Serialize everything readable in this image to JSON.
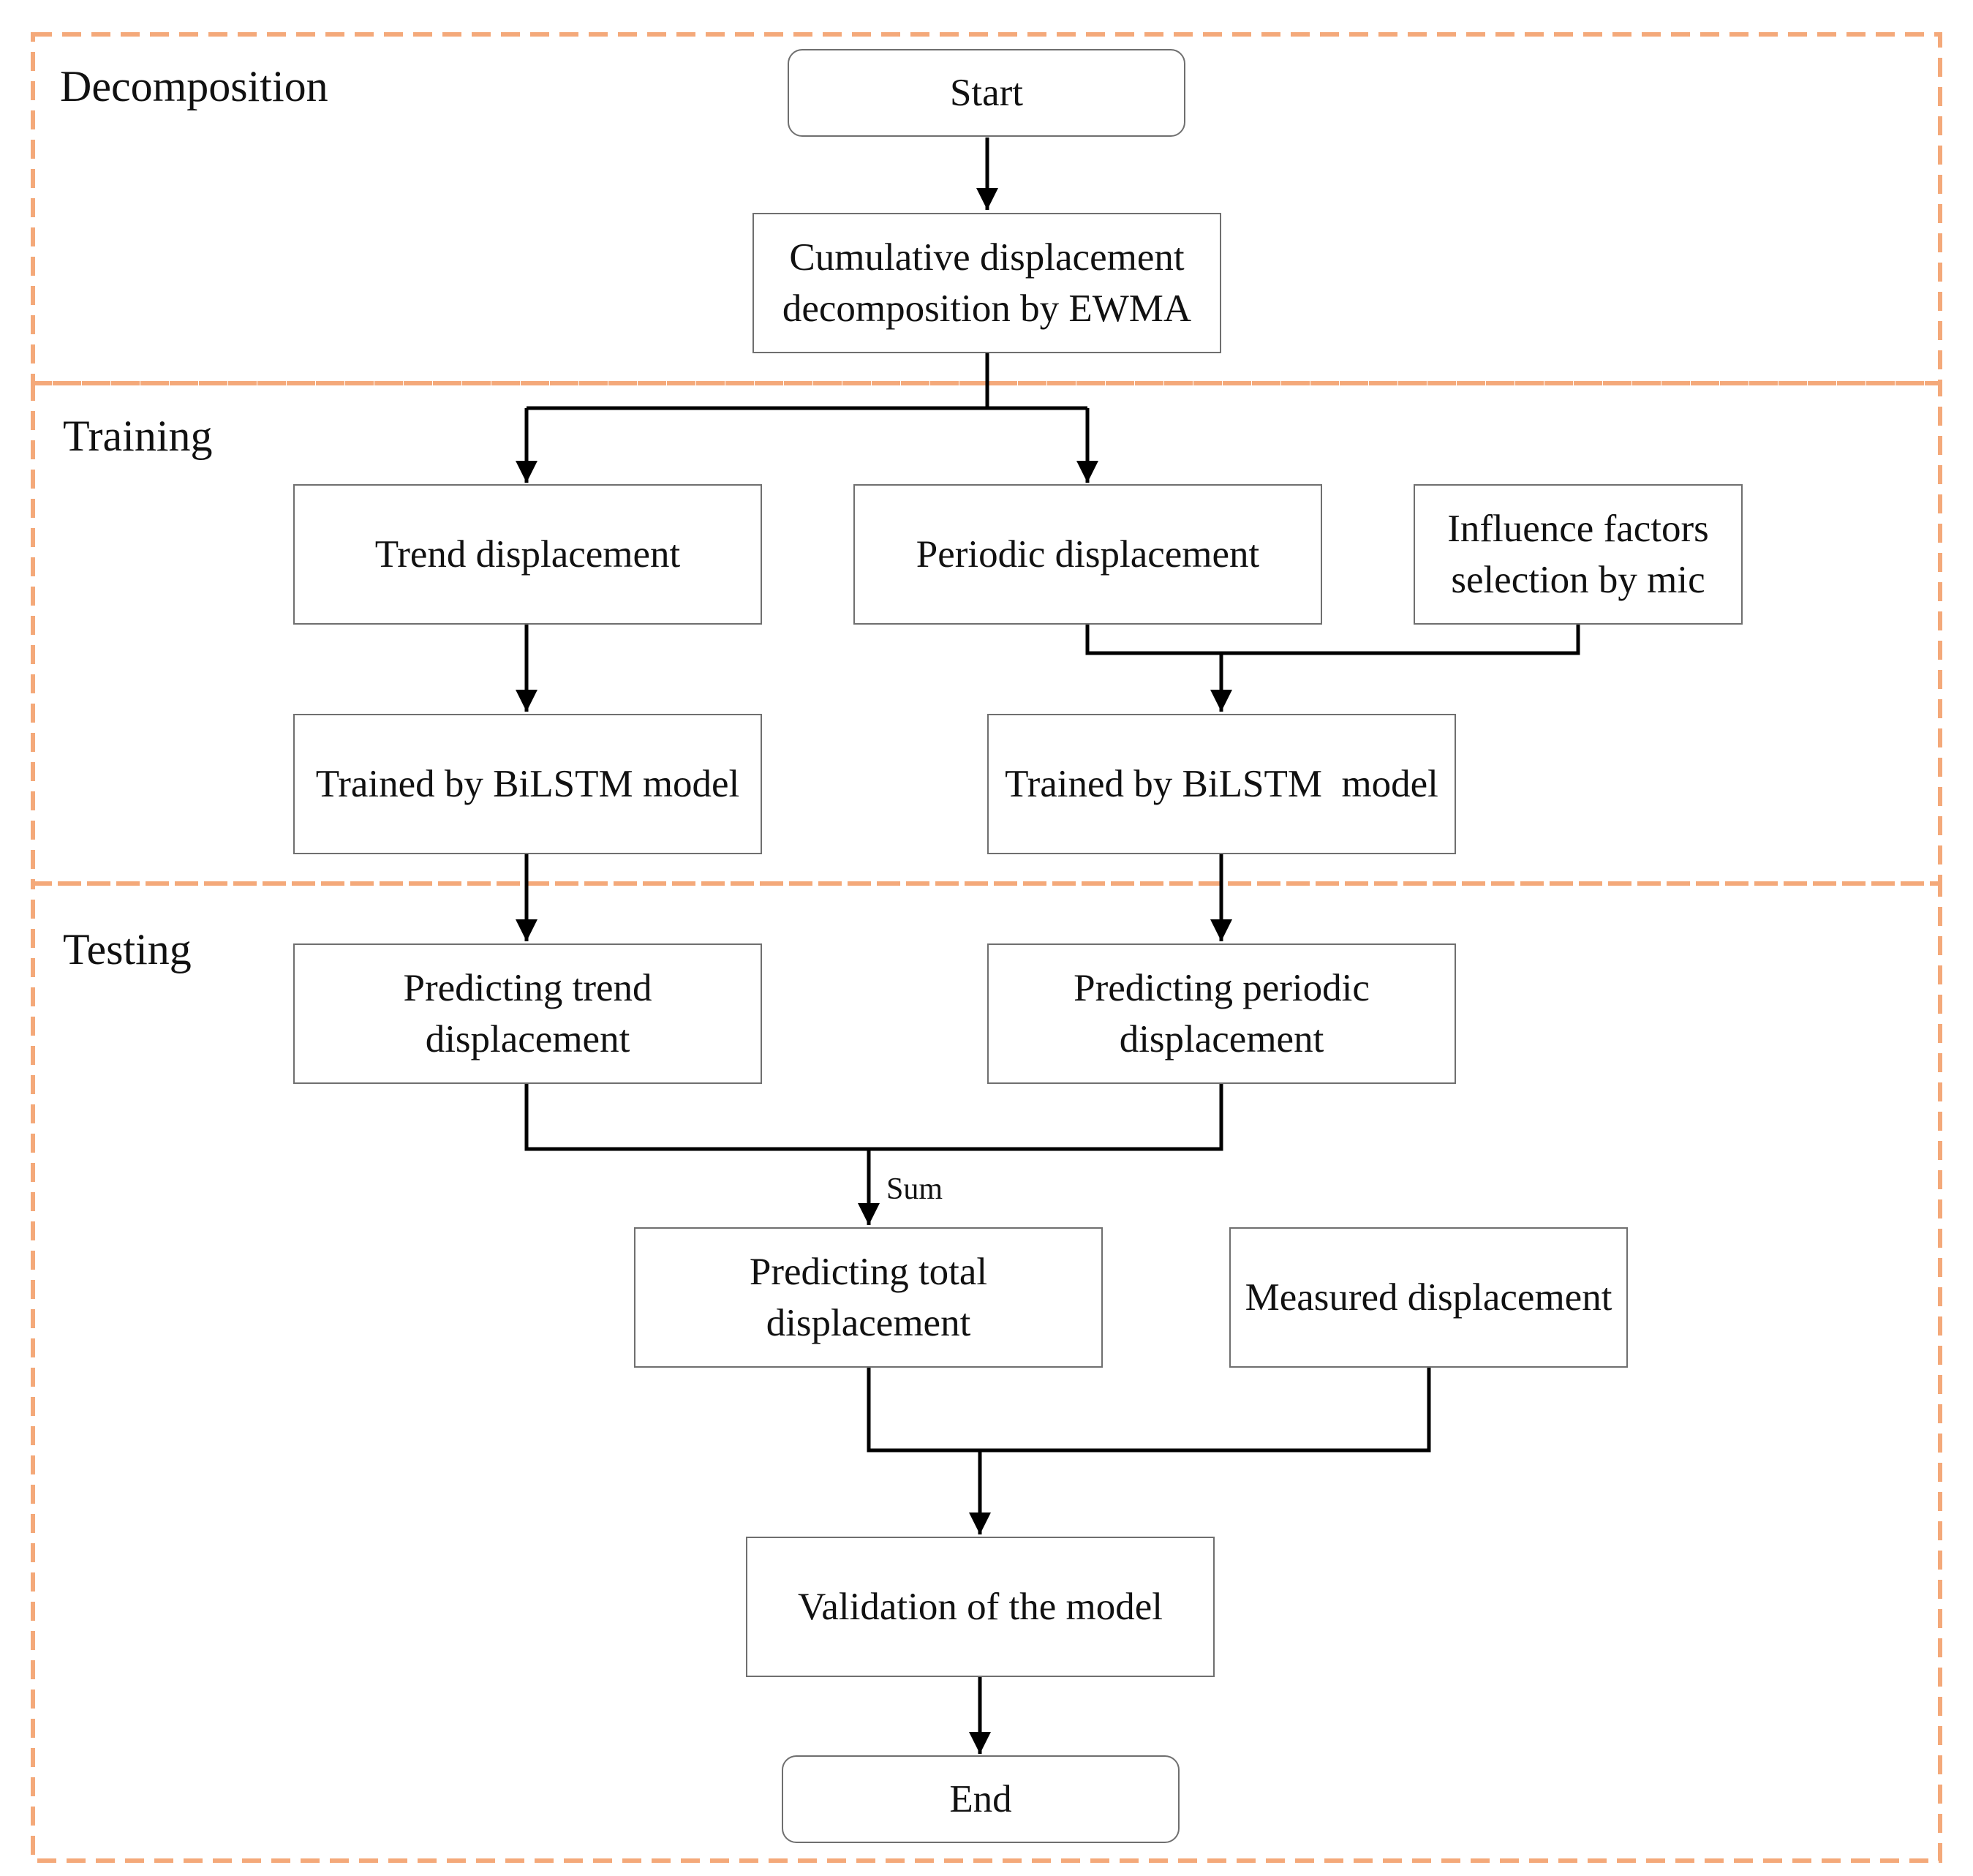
{
  "sections": {
    "decomposition": "Decomposition",
    "training": "Training",
    "testing": "Testing"
  },
  "nodes": {
    "start": "Start",
    "cumulative": [
      "Cumulative displacement",
      "decomposition by EWMA"
    ],
    "trend": "Trend displacement",
    "periodic": "Periodic displacement",
    "influence": [
      "Influence factors",
      "selection by mic"
    ],
    "trained_trend": "Trained by BiLSTM model",
    "trained_periodic": "Trained by BiLSTM  model",
    "predict_trend": [
      "Predicting trend",
      "displacement"
    ],
    "predict_periodic": [
      "Predicting periodic",
      "displacement"
    ],
    "predict_total": [
      "Predicting total",
      "displacement"
    ],
    "measured": "Measured displacement",
    "validation": "Validation of the model",
    "end": "End"
  },
  "edge_labels": {
    "sum": "Sum"
  },
  "colors": {
    "section_border": "#f4a97a",
    "box_border": "#6f6f6f",
    "connector": "#000000"
  }
}
